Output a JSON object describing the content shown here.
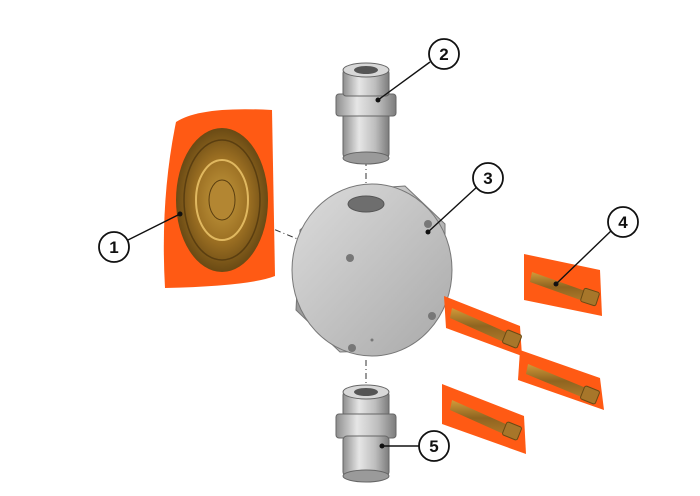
{
  "diagram": {
    "highlight_color": "#ff5a14",
    "metal_color": "#b8b8b8",
    "callouts": [
      {
        "id": "1",
        "label": "1",
        "part": "diaphragm"
      },
      {
        "id": "2",
        "label": "2",
        "part": "top-fitting"
      },
      {
        "id": "3",
        "label": "3",
        "part": "pump-body"
      },
      {
        "id": "4",
        "label": "4",
        "part": "bolts"
      },
      {
        "id": "5",
        "label": "5",
        "part": "bottom-fitting"
      }
    ]
  }
}
